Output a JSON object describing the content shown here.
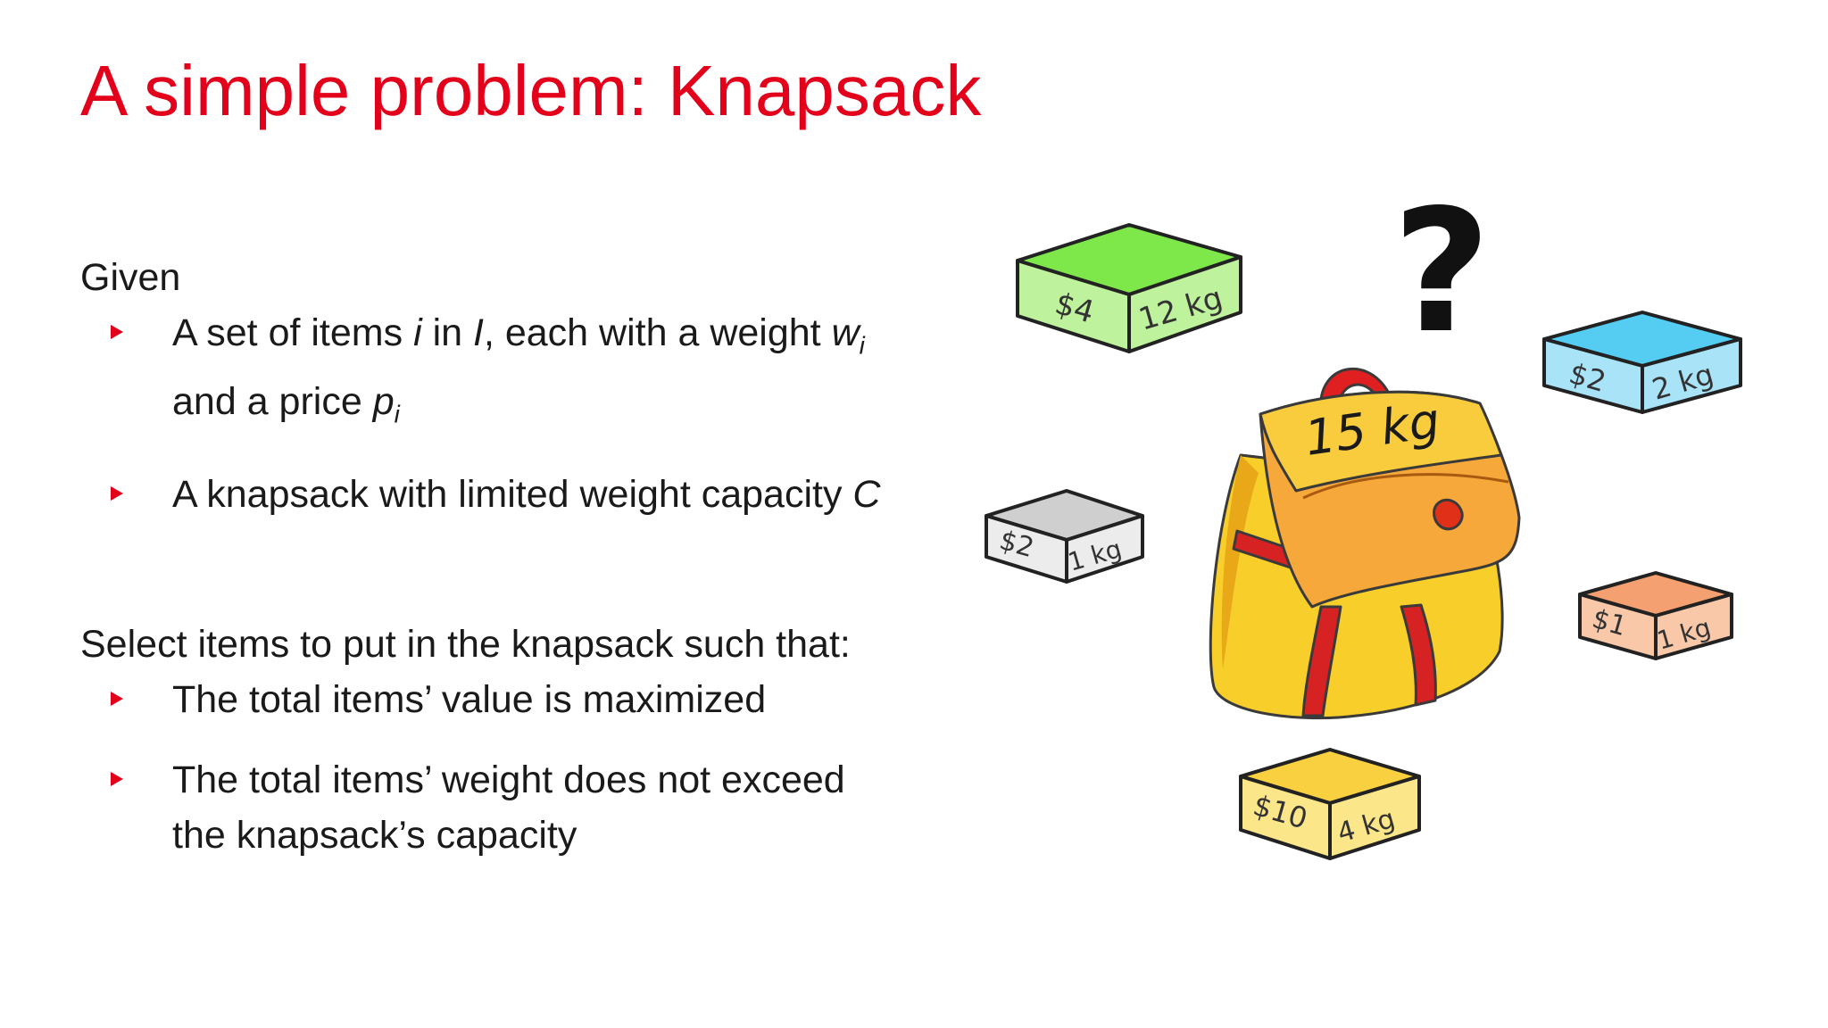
{
  "slide": {
    "title": "A simple problem: Knapsack"
  },
  "given": {
    "heading": "Given",
    "bullet1": {
      "pre": "A set of items ",
      "i": "i",
      "in_word": " in ",
      "I": "I",
      "mid": ", each with a weight ",
      "w": "w",
      "w_sub": "i",
      "and_price": " and a price ",
      "p": "p",
      "p_sub": "i"
    },
    "bullet2": {
      "pre": "A knapsack with limited weight capacity ",
      "C": "C"
    }
  },
  "select": {
    "heading": "Select items to put in the knapsack such that:",
    "bullet1": "The total items’ value is maximized",
    "bullet2": "The total items’ weight does not exceed the knapsack’s capacity"
  },
  "figure": {
    "question": "?",
    "knapsack_capacity": "15 kg",
    "boxes": [
      {
        "price": "$4",
        "weight": "12 kg",
        "color": "#7ee84a"
      },
      {
        "price": "$2",
        "weight": "2 kg",
        "color": "#55ccf2"
      },
      {
        "price": "$2",
        "weight": "1 kg",
        "color": "#cfcfcf"
      },
      {
        "price": "$1",
        "weight": "1 kg",
        "color": "#f5a070"
      },
      {
        "price": "$10",
        "weight": "4 kg",
        "color": "#f8d040"
      }
    ]
  }
}
